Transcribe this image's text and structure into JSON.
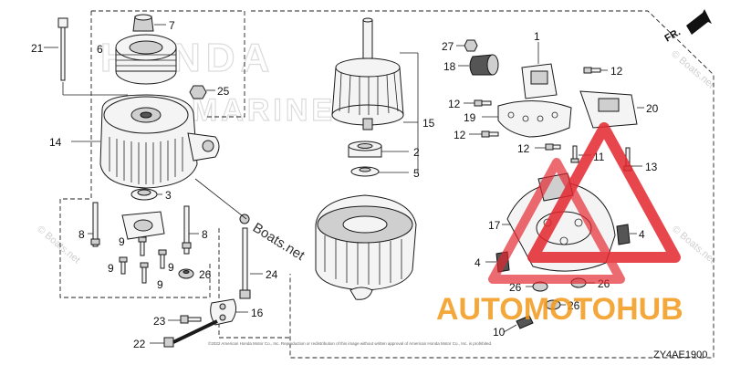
{
  "diagram": {
    "diagram_code": "ZY4AE1900",
    "direction_label": "FR.",
    "watermarks": {
      "site": "Boats.net",
      "site_small": "© Boats.net",
      "big_letters_top": "HONDA",
      "big_letters_mid": "MARINE",
      "brand": "AUTOMOTOHUB"
    },
    "copyright_text": "©2022 American Honda Motor Co., Inc. Reproduction or redistribution of this image without written approval of American Honda Motor Co., Inc. is prohibited.",
    "callouts": {
      "c1": "1",
      "c2": "2",
      "c3": "3",
      "c4a": "4",
      "c4b": "4",
      "c5": "5",
      "c6": "6",
      "c7": "7",
      "c8a": "8",
      "c8b": "8",
      "c9a": "9",
      "c9b": "9",
      "c9c": "9",
      "c9d": "9",
      "c10": "10",
      "c11": "11",
      "c12a": "12",
      "c12b": "12",
      "c12c": "12",
      "c12d": "12",
      "c13": "13",
      "c14": "14",
      "c15": "15",
      "c16": "16",
      "c17": "17",
      "c18": "18",
      "c19": "19",
      "c20": "20",
      "c21": "21",
      "c22": "22",
      "c23": "23",
      "c24": "24",
      "c25": "25",
      "c26a": "26",
      "c26b": "26",
      "c26c": "26",
      "c26d": "26",
      "c27": "27"
    },
    "colors": {
      "line": "#1a1a1a",
      "triangle_red": "#e3262e",
      "brand_orange": "#f39a1b",
      "brand_grey": "#8d8f92",
      "watermark": "#cfcfcf"
    }
  }
}
